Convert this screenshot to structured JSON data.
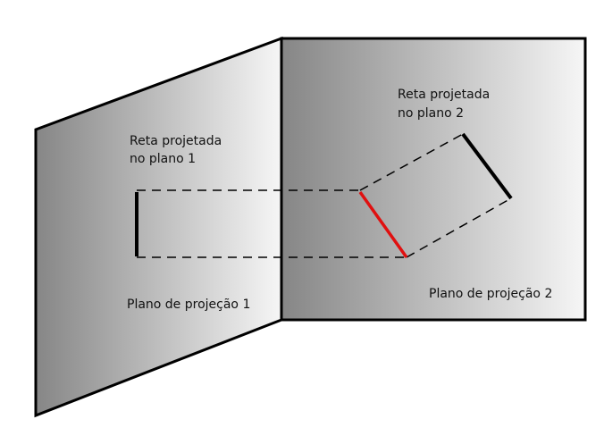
{
  "labels": {
    "plane1_line_1": "Reta projetada",
    "plane1_line_2": "no plano 1",
    "plane2_line_1": "Reta projetada",
    "plane2_line_2": "no plano 2",
    "plane1_name": "Plano de projeção 1",
    "plane2_name": "Plano de projeção 2"
  },
  "colors": {
    "original_line": "#e01010",
    "projected_line": "#000000",
    "plane_dark": "#868686",
    "plane_light": "#f6f6f6"
  }
}
